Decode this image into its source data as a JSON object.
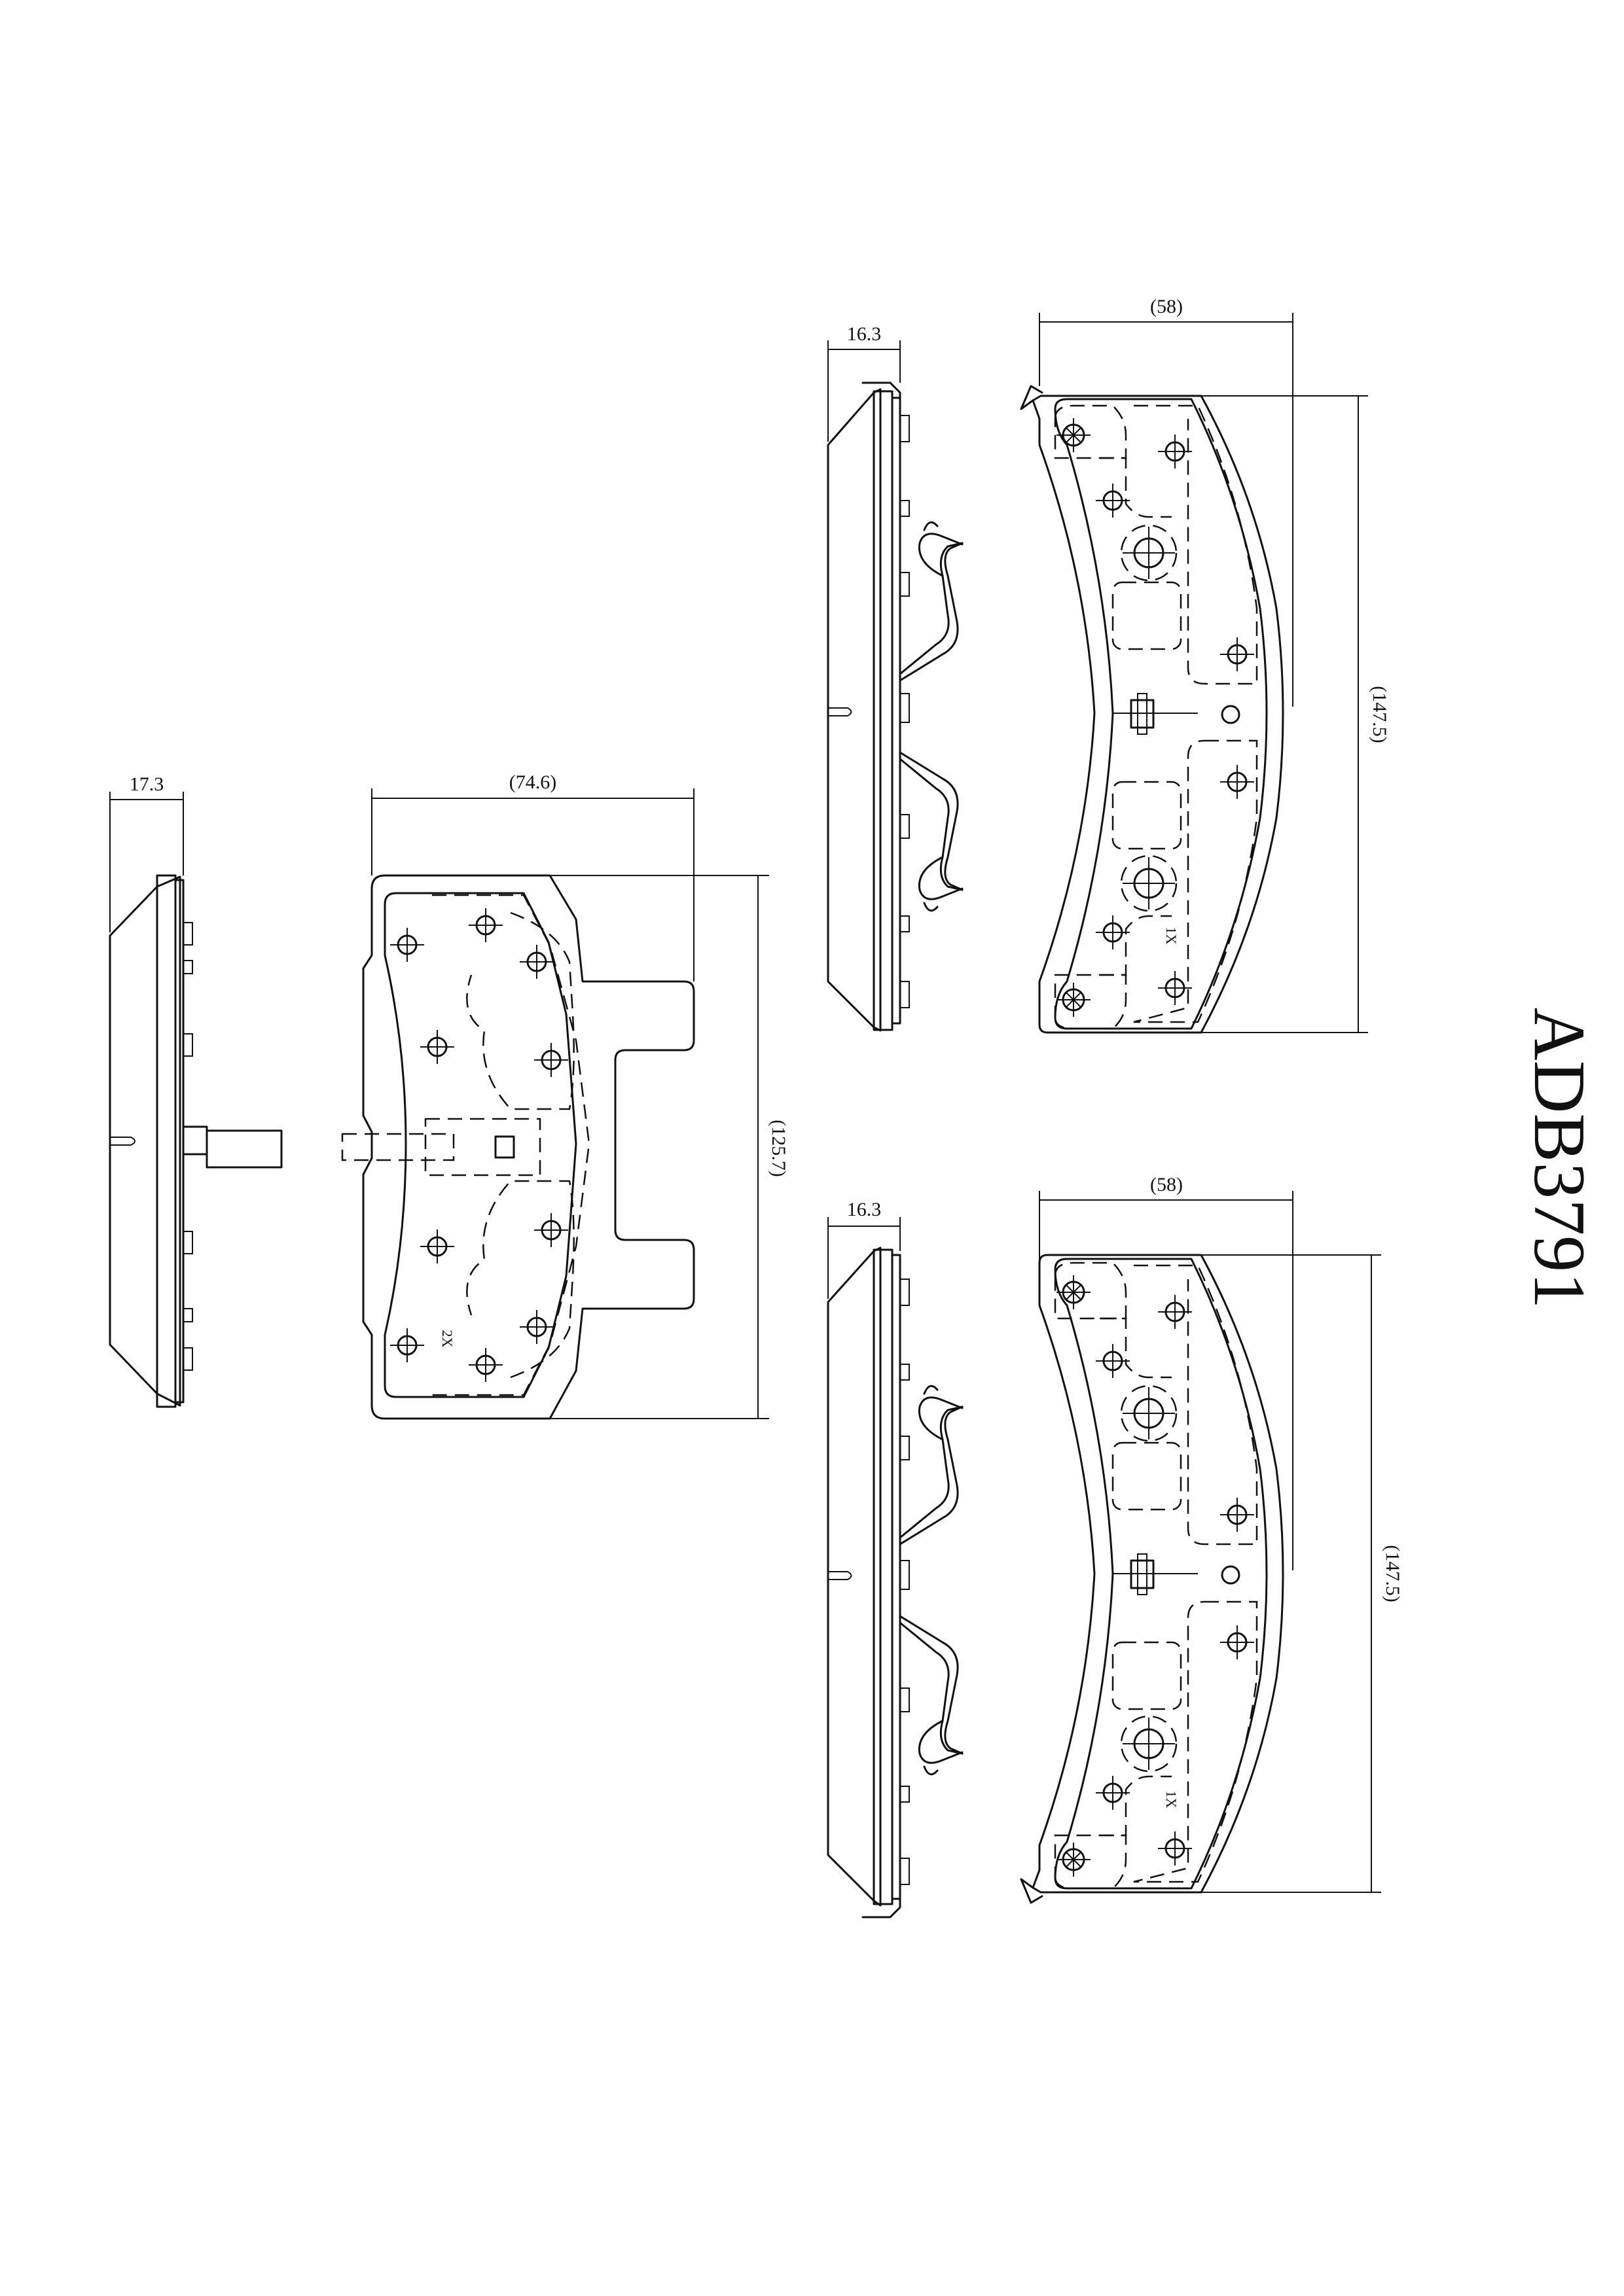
{
  "part_number": "ADB3791",
  "dimensions": {
    "outer_pad_thickness": "17.3",
    "outer_pad_width": "(74.6)",
    "outer_pad_length": "(125.7)",
    "inner_pad_thickness_1": "16.3",
    "inner_pad_width_1": "(58)",
    "inner_pad_length_1": "(147.5)",
    "inner_pad_thickness_2": "16.3",
    "inner_pad_width_2": "(58)",
    "inner_pad_length_2": "(147.5)"
  },
  "quantity_labels": {
    "outer_pad": "2X",
    "inner_pad_1": "1X",
    "inner_pad_2": "1X"
  }
}
